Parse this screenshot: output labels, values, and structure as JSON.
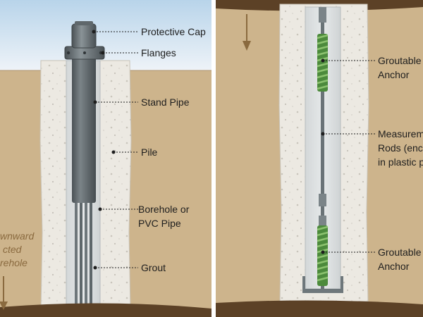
{
  "left_panel": {
    "labels": {
      "protective_cap": "Protective Cap",
      "flanges": "Flanges",
      "stand_pipe": "Stand Pipe",
      "pile": "Pile",
      "borehole_line1": "Borehole or",
      "borehole_line2": "PVC Pipe",
      "grout": "Grout"
    },
    "side_note": [
      "wnward",
      "cted",
      "rehole"
    ]
  },
  "right_panel": {
    "labels": {
      "anchor_top_line1": "Groutable",
      "anchor_top_line2": "Anchor",
      "rods_line1": "Measurem",
      "rods_line2": "Rods (enc",
      "rods_line3": "in plastic p",
      "anchor_bottom_line1": "Groutable",
      "anchor_bottom_line2": "Anchor"
    }
  },
  "colors": {
    "sky_top": "#c7def0",
    "sky_bottom": "#ecf2f8",
    "soil": "#cdb48c",
    "soil_dark": "#5c4126",
    "concrete": "#ece9e2",
    "pipe": "#5c6367",
    "anchor_green": "#5d9a4a"
  }
}
